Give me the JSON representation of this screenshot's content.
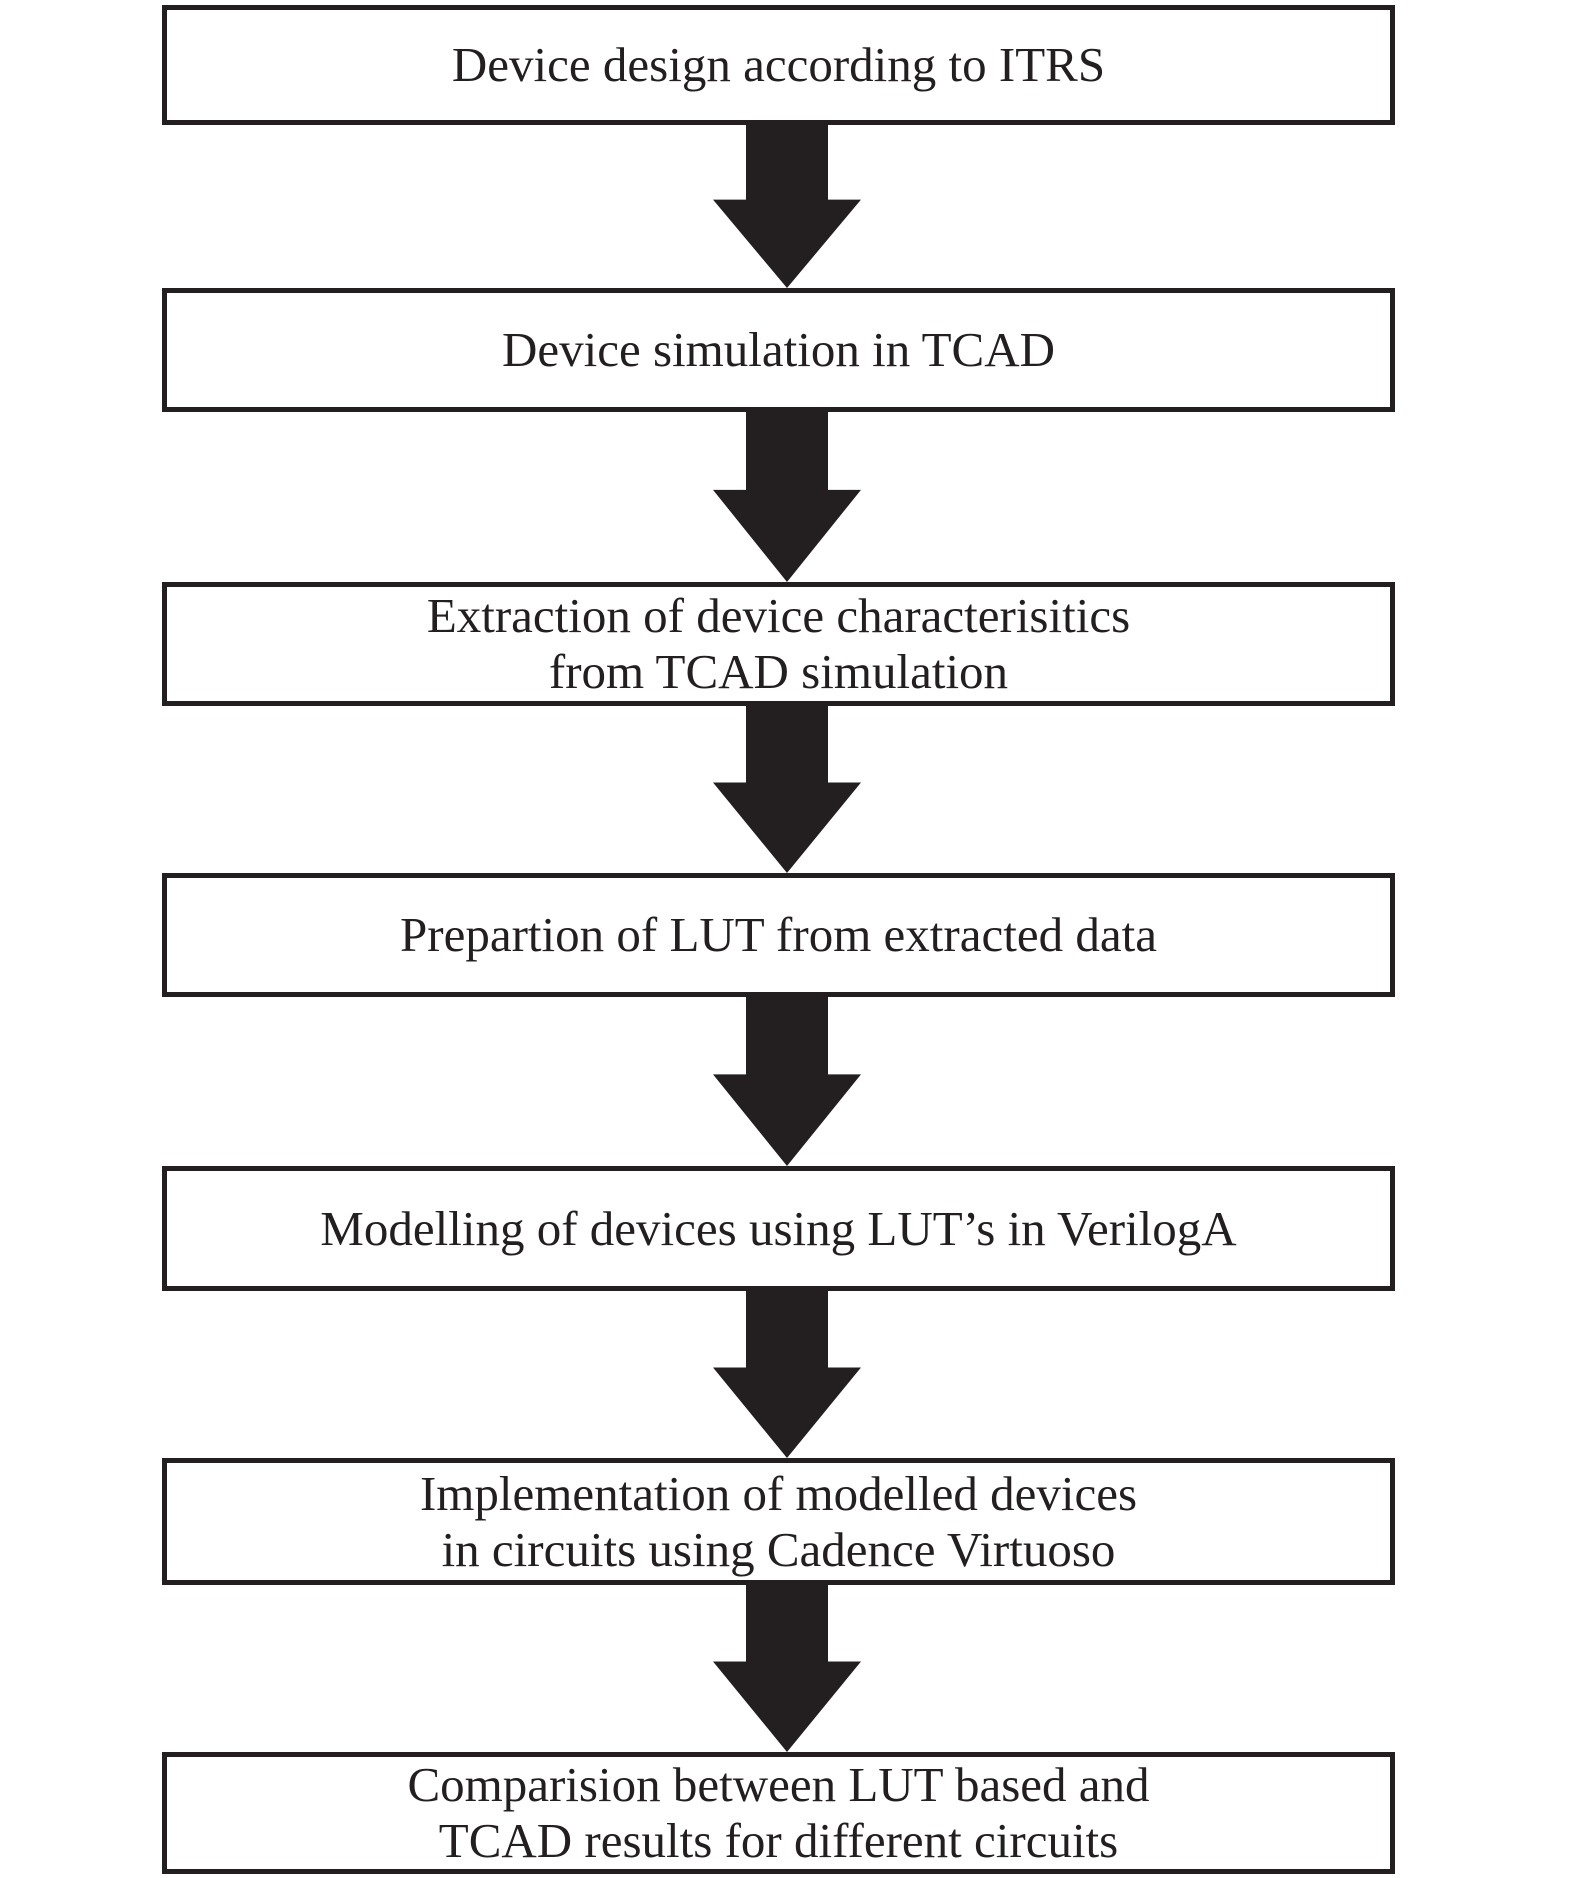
{
  "figure": {
    "type": "flowchart",
    "direction": "top-down",
    "connector_style": "solid-block-arrow-down",
    "ink_color": "#231f20",
    "background_color": "#ffffff"
  },
  "flowchart": {
    "steps": [
      {
        "label": "Device design according to ITRS"
      },
      {
        "label": "Device simulation in TCAD"
      },
      {
        "label": "Extraction of device characterisitics\nfrom TCAD simulation"
      },
      {
        "label": "Prepartion of LUT from extracted data"
      },
      {
        "label": "Modelling of devices using LUT’s in VerilogA"
      },
      {
        "label": "Implementation of modelled devices\nin circuits using Cadence Virtuoso"
      },
      {
        "label": "Comparision between LUT based and\nTCAD results for different circuits"
      }
    ]
  }
}
